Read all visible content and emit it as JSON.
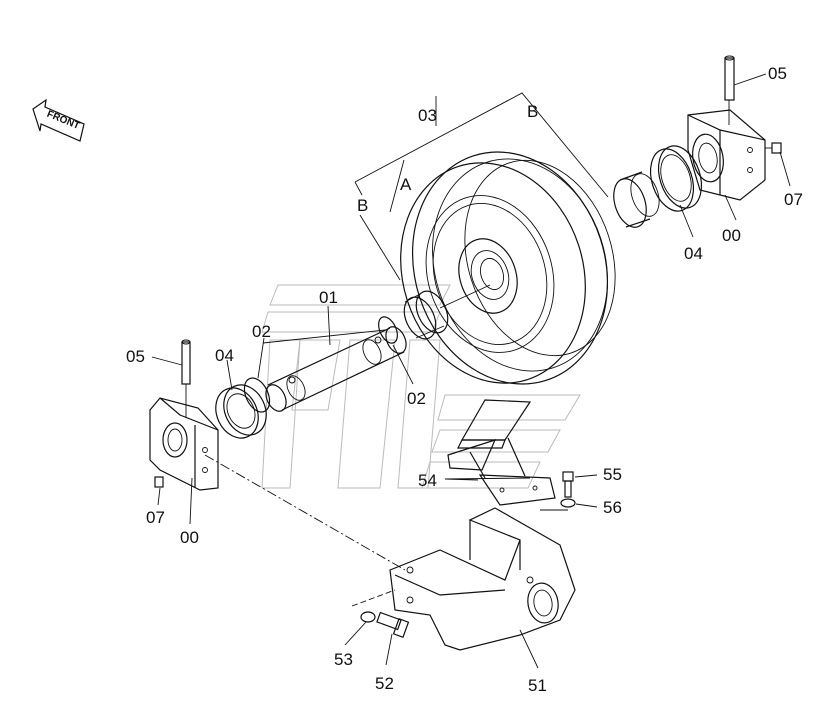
{
  "front_arrow": {
    "label": "FRONT"
  },
  "labels": {
    "03": "03",
    "A": "A",
    "B_left": "B",
    "B_right": "B",
    "05_right": "05",
    "07_right": "07",
    "00_right": "00",
    "04_right": "04",
    "01": "01",
    "02_top": "02",
    "02_bottom": "02",
    "04_left": "04",
    "05_left": "05",
    "07_left": "07",
    "00_left": "00",
    "54": "54",
    "55": "55",
    "56": "56",
    "53": "53",
    "52": "52",
    "51": "51"
  },
  "colors": {
    "line": "#111111",
    "watermark": "#bbbbbb",
    "background": "#ffffff"
  }
}
